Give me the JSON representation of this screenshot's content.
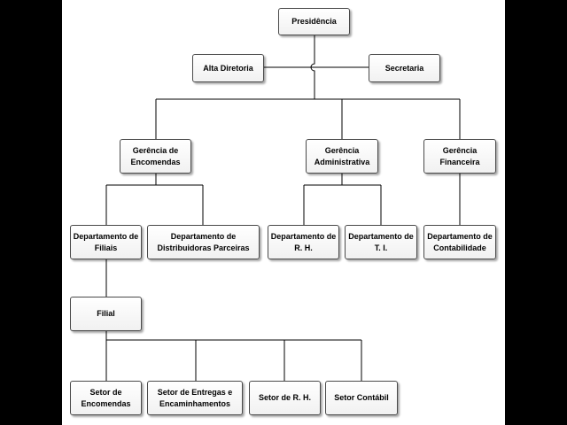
{
  "nodes": {
    "presidencia": "Presidência",
    "alta_diretoria": "Alta Diretoria",
    "secretaria": "Secretaria",
    "gerencia_encomendas": "Gerência de\nEncomendas",
    "gerencia_administrativa": "Gerência\nAdministrativa",
    "gerencia_financeira": "Gerência\nFinanceira",
    "depto_filiais": "Departamento de\nFiliais",
    "depto_distribuidoras": "Departamento de\nDistribuidoras Parceiras",
    "depto_rh": "Departamento de\nR. H.",
    "depto_ti": "Departamento de\nT. I.",
    "depto_contabilidade": "Departamento de\nContabilidade",
    "filial": "Filial",
    "setor_encomendas": "Setor de\nEncomendas",
    "setor_entregas": "Setor de Entregas e\nEncaminhamentos",
    "setor_rh": "Setor de R. H.",
    "setor_contabil": "Setor Contábil"
  }
}
